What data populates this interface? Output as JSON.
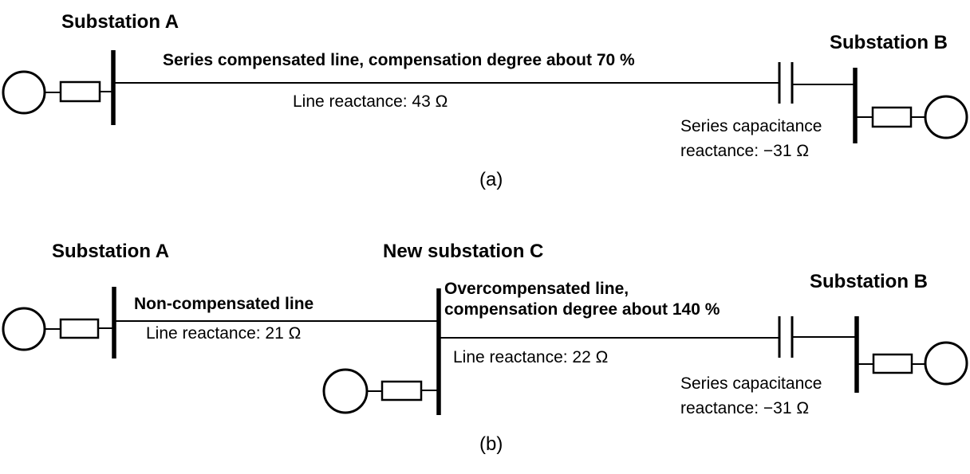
{
  "colors": {
    "ink": "#000000",
    "background": "#ffffff"
  },
  "diagram_a": {
    "caption": "(a)",
    "substation_a": "Substation A",
    "substation_b": "Substation B",
    "line_title": "Series compensated line, compensation degree about 70 %",
    "line_reactance": "Line reactance: 43 Ω",
    "capacitor_line1": "Series capacitance",
    "capacitor_line2": "reactance: −31 Ω"
  },
  "diagram_b": {
    "caption": "(b)",
    "substation_a": "Substation A",
    "substation_c": "New substation C",
    "substation_b": "Substation B",
    "line_ac_title": "Non-compensated line",
    "line_ac_reactance": "Line reactance: 21 Ω",
    "line_cb_title_line1": "Overcompensated line,",
    "line_cb_title_line2": "compensation degree about 140 %",
    "line_cb_reactance": "Line reactance: 22 Ω",
    "capacitor_line1": "Series capacitance",
    "capacitor_line2": "reactance: −31 Ω"
  }
}
